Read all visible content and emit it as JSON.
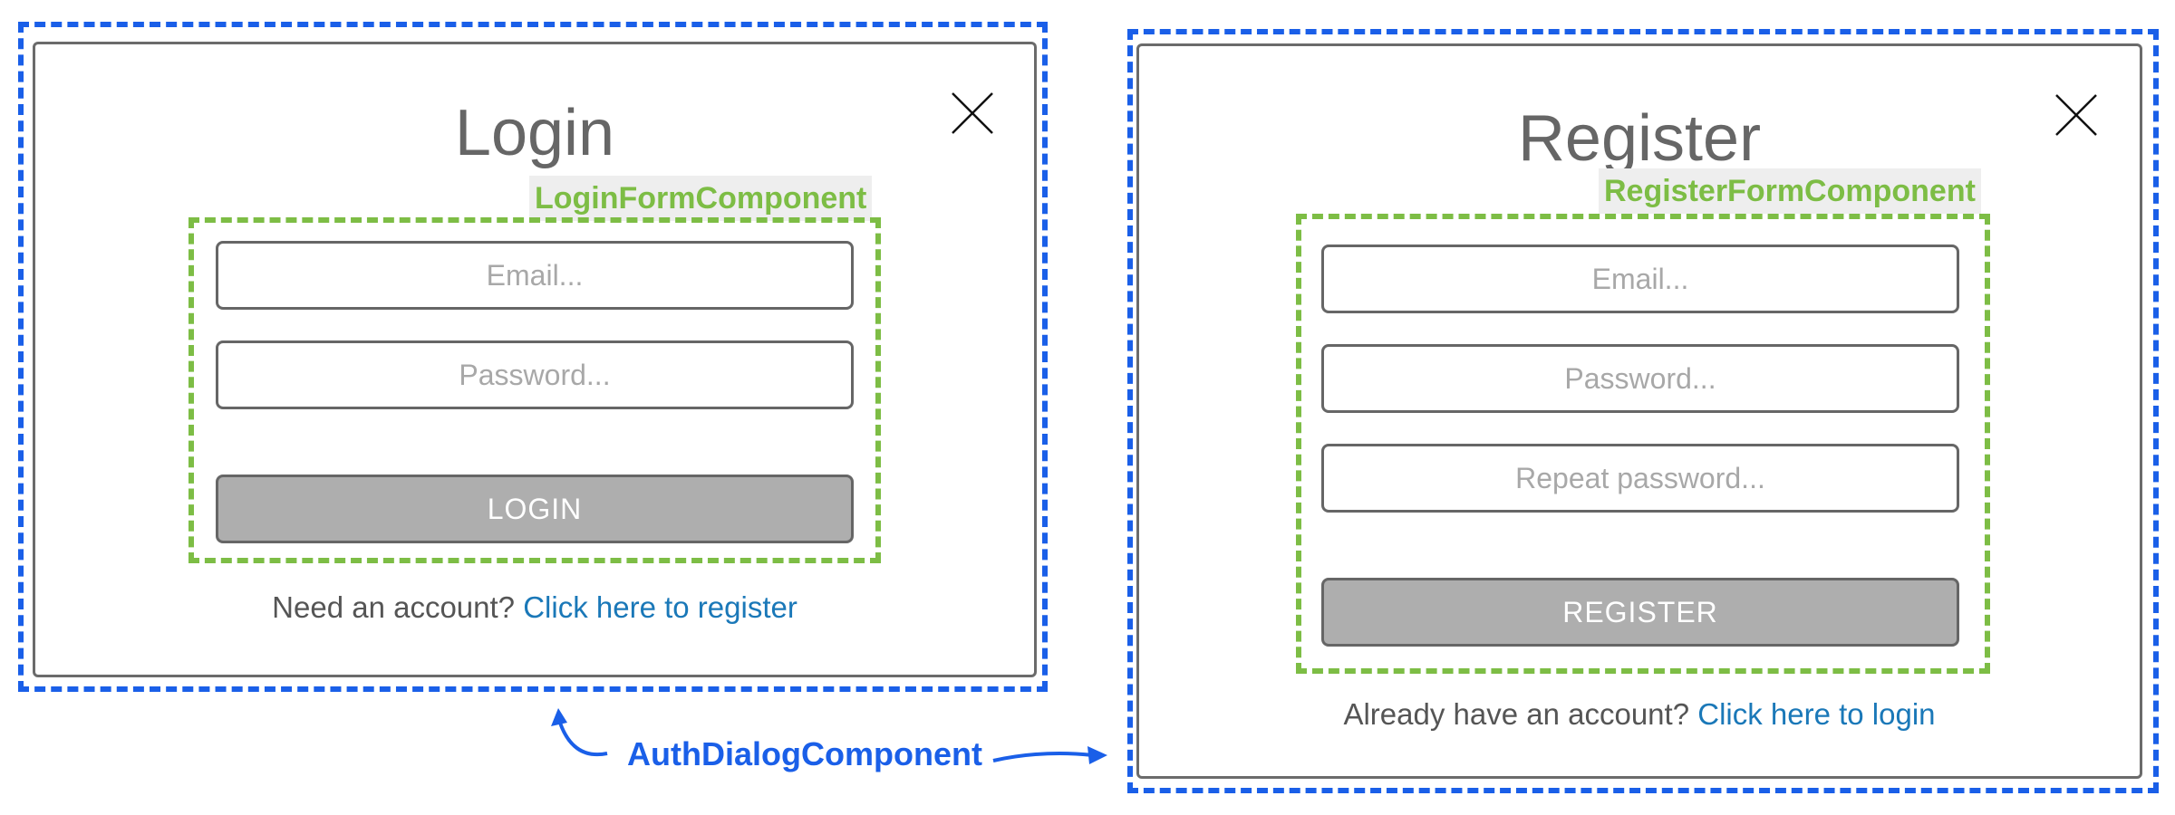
{
  "diagram_label": "AuthDialogComponent",
  "login_dialog": {
    "title": "Login",
    "form_component_label": "LoginFormComponent",
    "email_placeholder": "Email...",
    "password_placeholder": "Password...",
    "submit_label": "LOGIN",
    "switch_prompt": "Need an account?",
    "switch_link": "Click here to register"
  },
  "register_dialog": {
    "title": "Register",
    "form_component_label": "RegisterFormComponent",
    "email_placeholder": "Email...",
    "password_placeholder": "Password...",
    "repeat_password_placeholder": "Repeat password...",
    "submit_label": "REGISTER",
    "switch_prompt": "Already have an account?",
    "switch_link": "Click here to login"
  },
  "colors": {
    "auth_dialog_outline": "#1a5fe8",
    "form_component_outline": "#7dbd45",
    "link": "#1a78b8",
    "button": "#aeaeae"
  },
  "icons": {
    "close": "close-icon",
    "arrows": "arrow-icon"
  }
}
